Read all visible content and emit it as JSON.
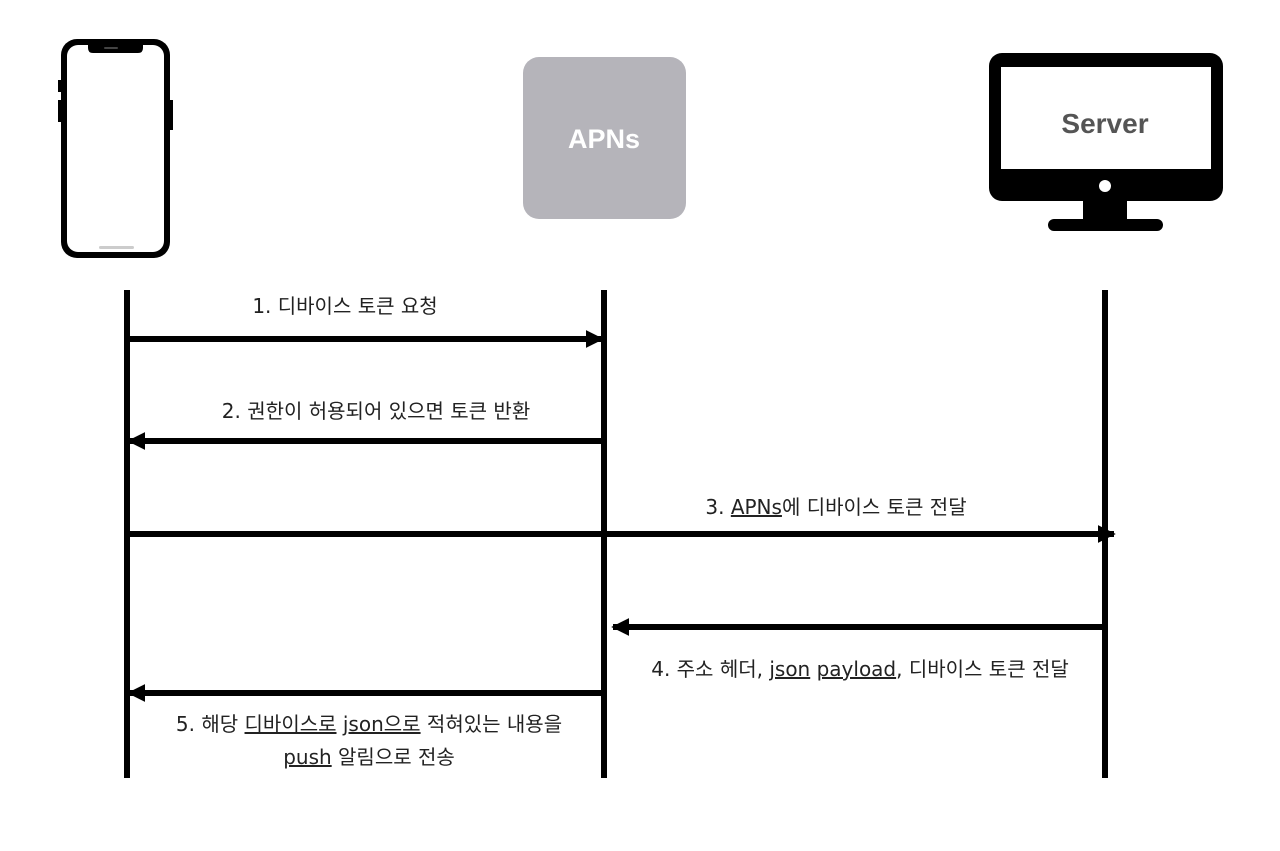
{
  "actors": {
    "phone": {
      "icon": "phone-icon"
    },
    "apns": {
      "label": "APNs",
      "fill": "#b5b4ba",
      "text_color": "#ffffff"
    },
    "server": {
      "label": "Server",
      "icon": "monitor-icon",
      "text_color": "#555555"
    }
  },
  "colors": {
    "line": "#000000",
    "text": "#222222",
    "spellcheck": "#d0302a"
  },
  "messages": {
    "m1": {
      "text": "1. 디바이스 토큰 요청",
      "from": "phone",
      "to": "apns"
    },
    "m2": {
      "text": "2. 권한이 허용되어 있으면 토큰 반환",
      "from": "apns",
      "to": "phone"
    },
    "m3": {
      "prefix": "3. ",
      "underlined": "APNs",
      "rest": "에 디바이스 토큰 전달",
      "from": "phone",
      "to": "server"
    },
    "m4": {
      "p1": "4. 주소 헤더, ",
      "u1": "json",
      "p2": " ",
      "u2": "payload",
      "p3": ", 디바이스 토큰 전달",
      "from": "server",
      "to": "apns"
    },
    "m5": {
      "line1_prefix": "5. 해당 ",
      "line1_u1": "디바이스로",
      "line1_mid": " ",
      "line1_u2": "json으로",
      "line1_rest": " 적혀있는 내용을",
      "line2_u": "push",
      "line2_rest": " 알림으로 전송",
      "from": "apns",
      "to": "phone"
    }
  }
}
